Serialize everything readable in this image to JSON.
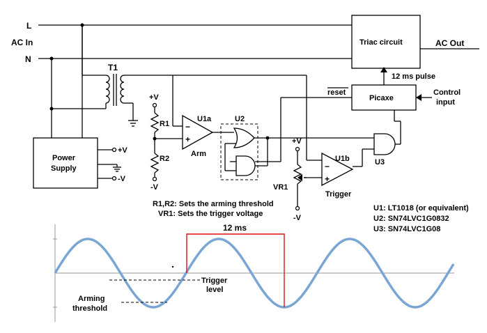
{
  "labels": {
    "line_l": "L",
    "line_n": "N",
    "ac_in": "AC In",
    "ac_out": "AC Out",
    "triac": "Triac circuit",
    "pulse": "12 ms pulse",
    "picaxe": "Picaxe",
    "reset": "reset",
    "control_1": "Control",
    "control_2": "input",
    "t1": "T1",
    "psu_1": "Power",
    "psu_2": "Supply",
    "psu_pos": "+V",
    "psu_neg": "-V",
    "vplus_r": "+V",
    "vminus_r": "-V",
    "r1": "R1",
    "r2": "R2",
    "u1a": "U1a",
    "arm": "Arm",
    "minus_a": "−",
    "plus_a": "+",
    "u2": "U2",
    "u3": "U3",
    "u1b": "U1b",
    "trigger": "Trigger",
    "minus_b": "−",
    "plus_b": "+",
    "vplus_vr": "+V",
    "vminus_vr": "-V",
    "vr1": "VR1",
    "note_1": "R1,R2: Sets the arming threshold",
    "note_2": "VR1: Sets the trigger voltage",
    "part_1": "U1: LT1018 (or equivalent)",
    "part_2": "U2: SN74LVC1G0832",
    "part_3": "U3: SN74LVC1G08",
    "ms_label": "12 ms",
    "trig_level_1": "Trigger",
    "trig_level_2": "level",
    "arming_1": "Arming",
    "arming_2": "threshold"
  },
  "colors": {
    "sine": "#7aa6d4",
    "pulse": "#e01010"
  },
  "icons": [
    "ground-icon",
    "transformer-icon",
    "op-amp-icon",
    "or-gate-icon",
    "and-gate-icon",
    "resistor-icon",
    "potentiometer-icon"
  ]
}
